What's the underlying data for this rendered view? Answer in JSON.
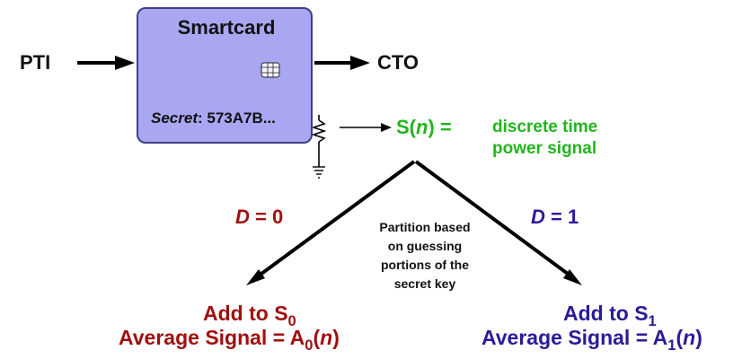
{
  "smartcard": {
    "title": "Smartcard",
    "secret_label": "Secret",
    "secret_value": ": 573A7B..."
  },
  "input": {
    "label": "PTI"
  },
  "output": {
    "label": "CTO"
  },
  "signal": {
    "label_prefix": "S(",
    "label_var": "n",
    "label_suffix": ") =",
    "description_line1": "discrete time",
    "description_line2": "power signal"
  },
  "branches": {
    "left": {
      "d_var": "D",
      "d_value": " = 0",
      "add_text": "Add to S",
      "add_sub": "0",
      "avg_text": "Average Signal = A",
      "avg_sub": "0",
      "avg_open": "(",
      "avg_var": "n",
      "avg_close": ")"
    },
    "right": {
      "d_var": "D",
      "d_value": " = 1",
      "add_text": "Add to S",
      "add_sub": "1",
      "avg_text": "Average Signal = A",
      "avg_sub": "1",
      "avg_open": "(",
      "avg_var": "n",
      "avg_close": ")"
    }
  },
  "partition_note": {
    "line1": "Partition based",
    "line2": "on guessing",
    "line3": "portions of the",
    "line4": "secret key"
  },
  "colors": {
    "green": "#22b51d",
    "red": "#a01010",
    "blue": "#2a1c9a",
    "card_fill": "#a9a7f2",
    "card_border": "#3f3f86"
  },
  "icons": [
    "chip-icon",
    "resistor-icon",
    "ground-icon"
  ]
}
